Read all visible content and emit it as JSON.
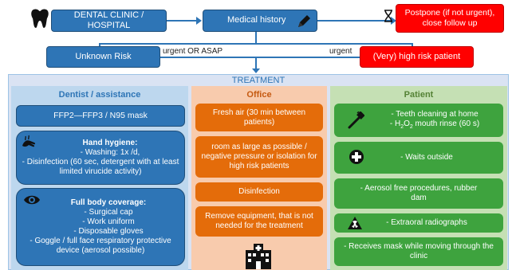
{
  "top": {
    "clinic": "DENTAL CLINIC / HOSPITAL",
    "history": "Medical history",
    "postpone": "Postpone (if not urgent), close follow up",
    "unknown_risk": "Unknown Risk",
    "high_risk": "(Very) high risk patient",
    "edge_urgent_asap": "urgent OR ASAP",
    "edge_urgent": "urgent"
  },
  "treatment": {
    "title": "TREATMENT",
    "dentist": {
      "heading": "Dentist / assistance",
      "mask": "FFP2—FFP3 / N95 mask",
      "hygiene_title": "Hand hygiene:",
      "hygiene_lines": [
        "- Washing: 1x /d,",
        "- Disinfection (60 sec, detergent with at least limited virucide activity)"
      ],
      "coverage_title": "Full body coverage:",
      "coverage_lines": [
        "- Surgical cap",
        "- Work uniform",
        "- Disposable gloves",
        "- Goggle / full face respiratory protective device (aerosol possible)"
      ]
    },
    "office": {
      "heading": "Office",
      "items": [
        "Fresh air (30 min between patients)",
        "room as large as possible / negative pressure or isolation for high risk patients",
        "Disinfection",
        "Remove equipment, that is not needed for the treatment"
      ]
    },
    "patient": {
      "heading": "Patient",
      "clean_line1": "- Teeth cleaning at home",
      "clean_line2_prefix": "- H",
      "clean_line2_sub1": "2",
      "clean_line2_mid": "O",
      "clean_line2_sub2": "2",
      "clean_line2_suffix": " mouth rinse (60 s)",
      "waits": "- Waits outside",
      "aerosol": "- Aerosol free procedures, rubber dam",
      "radio": "- Extraoral radiographs",
      "mask": "- Receives mask while moving through the clinic"
    }
  },
  "icons": [
    "tooth-icon",
    "pencil-icon",
    "hourglass-icon",
    "handwash-icon",
    "eye-icon",
    "hospital-icon",
    "toothbrush-icon",
    "medical-cross-icon",
    "radiation-icon"
  ],
  "colors": {
    "blue": "#2e75b6",
    "red": "#ff0000",
    "orange": "#e46c0a",
    "green": "#3ea33e",
    "treatment_bg": "#dae3f3",
    "office_bg": "#f8cbad",
    "patient_bg": "#c5e0b4",
    "dentist_bg": "#bdd7ee"
  }
}
